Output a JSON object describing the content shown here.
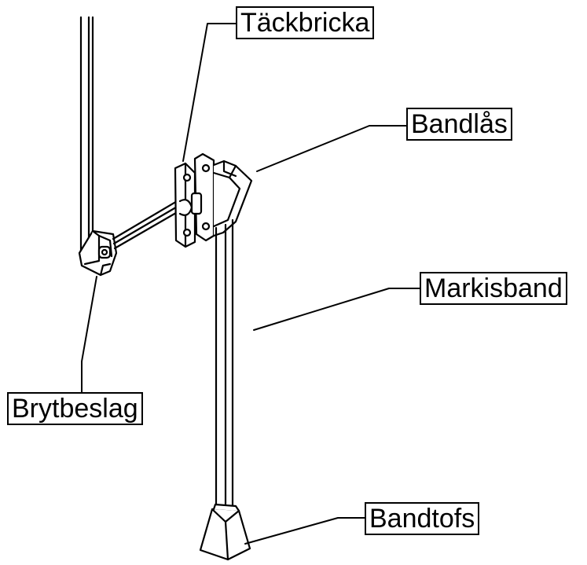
{
  "labels": {
    "tackbricka": "Täckbricka",
    "bandlas": "Bandlås",
    "markisband": "Markisband",
    "brytbeslag": "Brytbeslag",
    "bandtofs": "Bandtofs"
  }
}
